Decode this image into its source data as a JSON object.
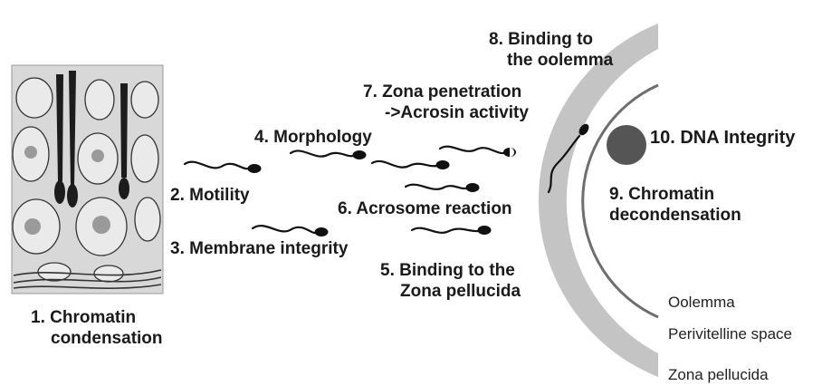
{
  "labels": {
    "chromatin_condensation": [
      "1. Chromatin",
      "condensation"
    ],
    "motility": "2. Motility",
    "membrane_integrity": "3. Membrane integrity",
    "morphology": "4. Morphology",
    "binding_zona": [
      "5. Binding to the",
      "Zona pellucida"
    ],
    "acrosome_reaction": "6. Acrosome reaction",
    "zona_penetration": [
      "7. Zona penetration",
      "->Acrosin activity"
    ],
    "binding_oolemma": [
      "8. Binding to",
      "the oolemma"
    ],
    "chromatin_decondensation": [
      "9. Chromatin",
      "decondensation"
    ],
    "dna_integrity": "10. DNA Integrity"
  },
  "legend": {
    "oolemma": "Oolemma",
    "perivitelline": "Perivitelline space",
    "zona_pellucida": "Zona pellucida"
  },
  "colors": {
    "zona": "#c4c4c4",
    "oolemma": "#6e6e6e",
    "nucleus": "#555555",
    "sperm": "#111111",
    "text": "#1a1a1a"
  }
}
